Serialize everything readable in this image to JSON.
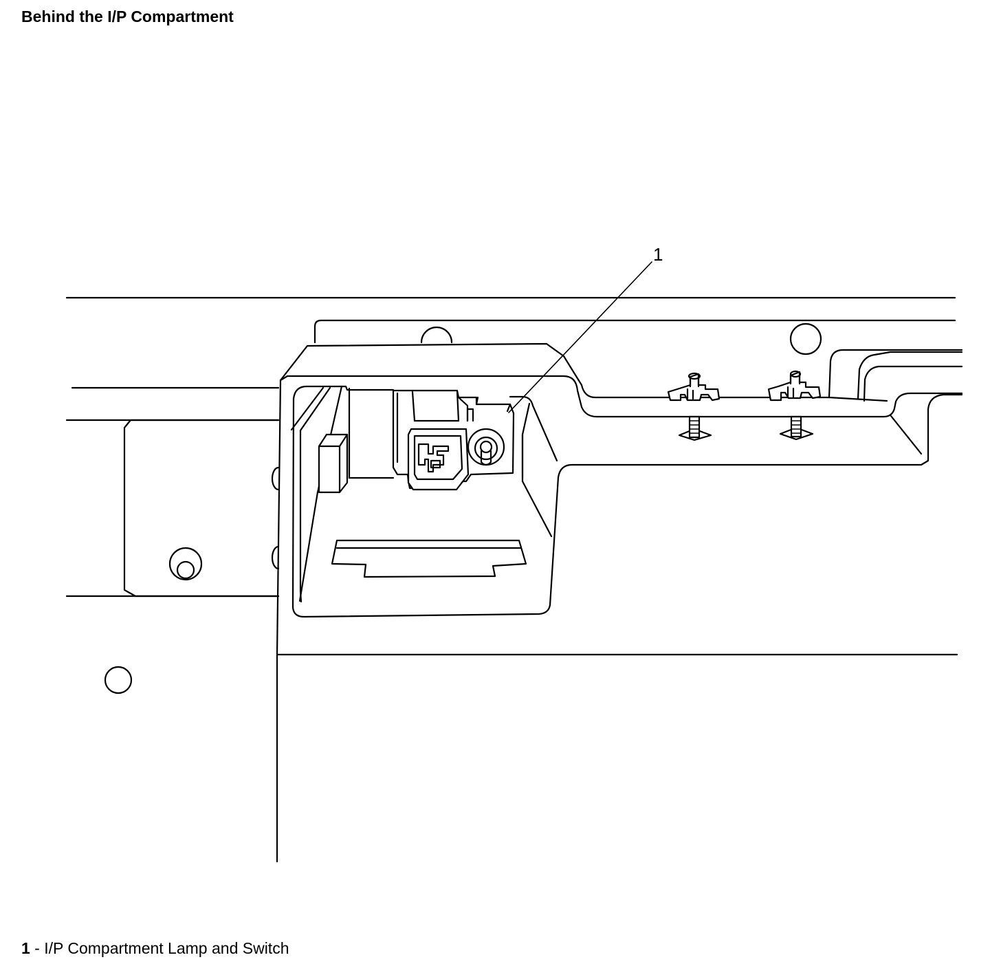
{
  "header": {
    "title": "Behind the I/P Compartment"
  },
  "diagram": {
    "callouts": [
      {
        "number": "1"
      }
    ]
  },
  "legend": {
    "items": [
      {
        "number": "1",
        "separator": " - ",
        "label": "I/P Compartment Lamp and Switch"
      }
    ]
  },
  "colors": {
    "line": "#000000",
    "background": "#ffffff"
  }
}
